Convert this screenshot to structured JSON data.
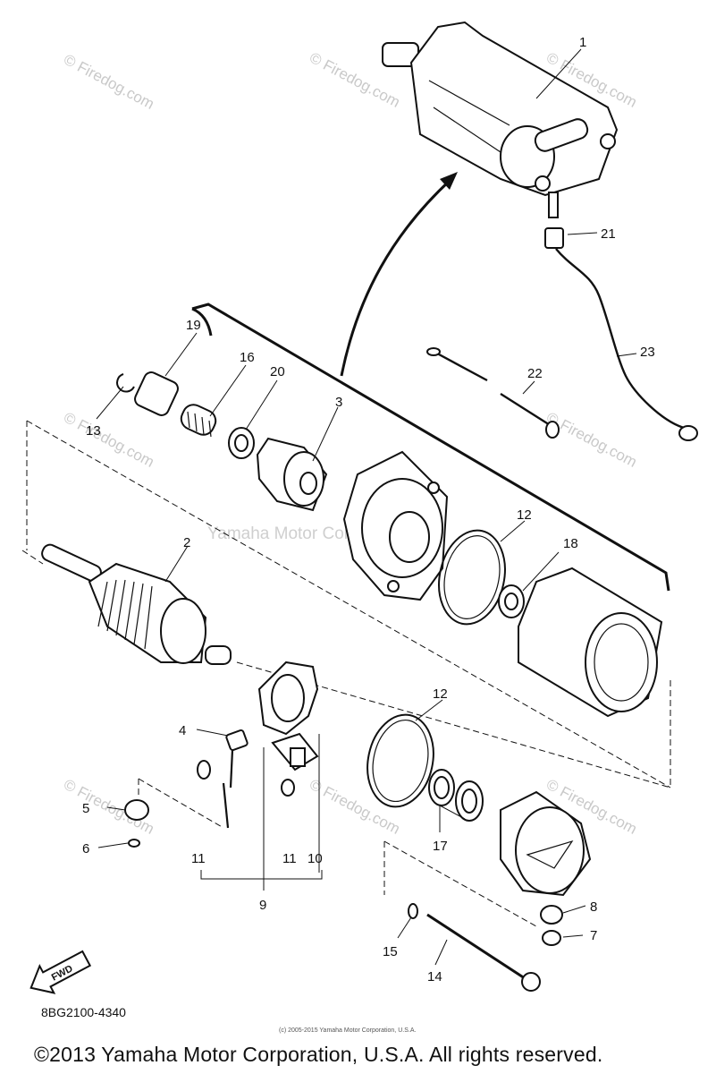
{
  "watermarks": {
    "site": "© Firedog.com",
    "owner": "Yamaha Motor Corp. U.S.A."
  },
  "callouts": [
    {
      "id": "1",
      "text": "1"
    },
    {
      "id": "2",
      "text": "2"
    },
    {
      "id": "3",
      "text": "3"
    },
    {
      "id": "4",
      "text": "4"
    },
    {
      "id": "5",
      "text": "5"
    },
    {
      "id": "6",
      "text": "6"
    },
    {
      "id": "7",
      "text": "7"
    },
    {
      "id": "8",
      "text": "8"
    },
    {
      "id": "9",
      "text": "9"
    },
    {
      "id": "10",
      "text": "10"
    },
    {
      "id": "11a",
      "text": "11"
    },
    {
      "id": "11b",
      "text": "11"
    },
    {
      "id": "12a",
      "text": "12"
    },
    {
      "id": "12b",
      "text": "12"
    },
    {
      "id": "13",
      "text": "13"
    },
    {
      "id": "14",
      "text": "14"
    },
    {
      "id": "15",
      "text": "15"
    },
    {
      "id": "16",
      "text": "16"
    },
    {
      "id": "17",
      "text": "17"
    },
    {
      "id": "18",
      "text": "18"
    },
    {
      "id": "19",
      "text": "19"
    },
    {
      "id": "20",
      "text": "20"
    },
    {
      "id": "21",
      "text": "21"
    },
    {
      "id": "22",
      "text": "22"
    },
    {
      "id": "23",
      "text": "23"
    }
  ],
  "fwd_label": "FWD",
  "part_number": "8BG2100-4340",
  "small_copyright": "(c) 2005-2015 Yamaha Motor Corporation, U.S.A.",
  "copyright": "©2013 Yamaha Motor Corporation, U.S.A. All rights reserved."
}
